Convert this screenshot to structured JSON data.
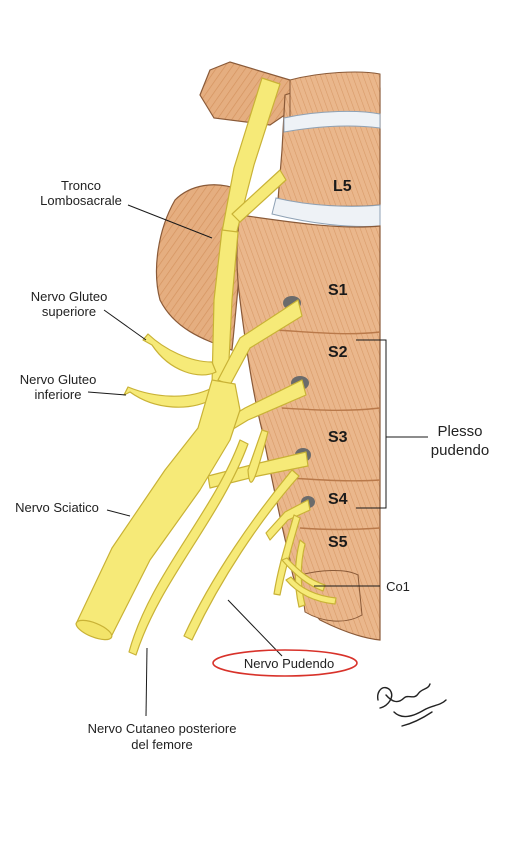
{
  "colors": {
    "nerve_fill": "#f6ea78",
    "nerve_outline": "#d8c240",
    "bone_fill": "#e7b183",
    "bone_dark": "#c77a46",
    "disc_fill": "#eef2f6",
    "highlight_ellipse": "#d8322a"
  },
  "labels": {
    "tronco_line1": "Tronco",
    "tronco_line2": "Lombosacrale",
    "gluteo_sup_line1": "Nervo Gluteo",
    "gluteo_sup_line2": "superiore",
    "gluteo_inf_line1": "Nervo Gluteo",
    "gluteo_inf_line2": "inferiore",
    "sciatico": "Nervo Sciatico",
    "pudendo": "Nervo Pudendo",
    "cutaneo_line1": "Nervo Cutaneo posteriore",
    "cutaneo_line2": "del femore",
    "plesso_line1": "Plesso",
    "plesso_line2": "pudendo",
    "co1": "Co1"
  },
  "segments": {
    "l5": "L5",
    "s1": "S1",
    "s2": "S2",
    "s3": "S3",
    "s4": "S4",
    "s5": "S5"
  },
  "signature": {
    "line1": "Daniele",
    "line2": "La Gioia"
  }
}
